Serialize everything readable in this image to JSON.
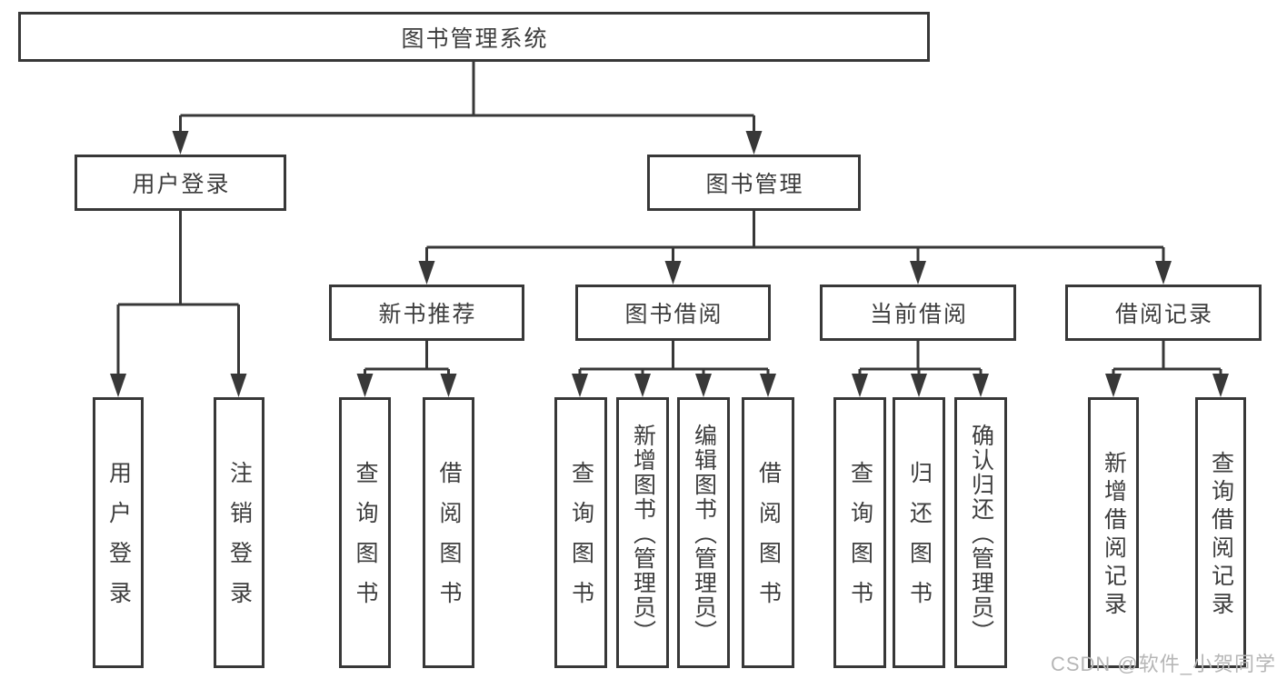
{
  "diagram_type": "hierarchy-diagram",
  "tree": {
    "root": {
      "label": "图书管理系统",
      "children": [
        {
          "label": "用户登录",
          "children": [
            {
              "label": "用户登录"
            },
            {
              "label": "注销登录"
            }
          ]
        },
        {
          "label": "图书管理",
          "children": [
            {
              "label": "新书推荐",
              "children": [
                {
                  "label": "查询图书"
                },
                {
                  "label": "借阅图书"
                }
              ]
            },
            {
              "label": "图书借阅",
              "children": [
                {
                  "label": "查询图书"
                },
                {
                  "label": "新增图书（管理员）"
                },
                {
                  "label": "编辑图书（管理员）"
                },
                {
                  "label": "借阅图书"
                }
              ]
            },
            {
              "label": "当前借阅",
              "children": [
                {
                  "label": "查询图书"
                },
                {
                  "label": "归还图书"
                },
                {
                  "label": "确认归还（管理员）"
                }
              ]
            },
            {
              "label": "借阅记录",
              "children": [
                {
                  "label": "新增借阅记录"
                },
                {
                  "label": "查询借阅记录"
                }
              ]
            }
          ]
        }
      ]
    }
  },
  "watermark": {
    "text": "CSDN @软件_小贺同学"
  },
  "colors": {
    "line": "#383838",
    "box_border": "#383838",
    "text": "#3d3d3d",
    "watermark": "#b6b6b6",
    "background": "#ffffff"
  }
}
